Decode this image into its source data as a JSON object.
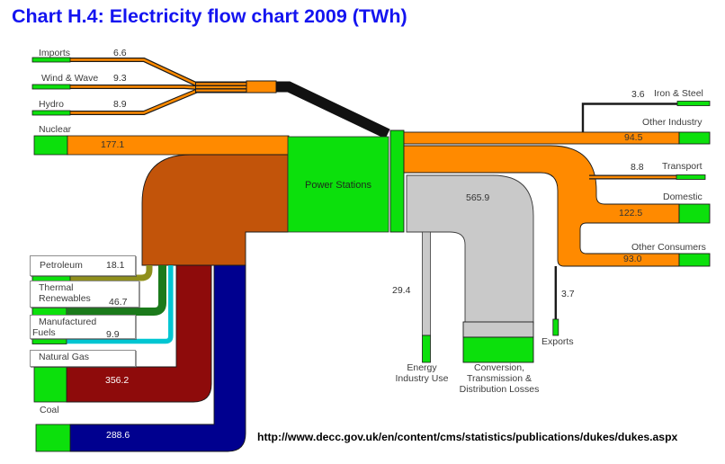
{
  "title": "Chart H.4: Electricity flow chart 2009 (TWh)",
  "source_url": "http://www.decc.gov.uk/en/content/cms/statistics/publications/dukes/dukes.aspx",
  "chart_data": {
    "type": "sankey",
    "title": "Chart H.4: Electricity flow chart 2009 (TWh)",
    "unit": "TWh",
    "center_node": "Power Stations",
    "inputs": [
      {
        "name": "Imports",
        "value": 6.6
      },
      {
        "name": "Wind & Wave",
        "value": 9.3
      },
      {
        "name": "Hydro",
        "value": 8.9
      },
      {
        "name": "Nuclear",
        "value": 177.1
      },
      {
        "name": "Petroleum",
        "value": 18.1
      },
      {
        "name": "Thermal Renewables",
        "value": 46.7
      },
      {
        "name": "Manufactured Fuels",
        "value": 9.9
      },
      {
        "name": "Natural Gas",
        "value": 356.2
      },
      {
        "name": "Coal",
        "value": 288.6
      }
    ],
    "outputs": [
      {
        "name": "Iron & Steel",
        "value": 3.6
      },
      {
        "name": "Other Industry",
        "value": 94.5
      },
      {
        "name": "Transport",
        "value": 8.8
      },
      {
        "name": "Domestic",
        "value": 122.5
      },
      {
        "name": "Other Consumers",
        "value": 93.0
      },
      {
        "name": "Exports",
        "value": 3.7
      },
      {
        "name": "Energy Industry Use",
        "value": 29.4
      },
      {
        "name": "Conversion, Transmission & Distribution Losses",
        "value": 565.9
      }
    ],
    "colors": {
      "electricity_supply": "#ff8a00",
      "fuel_input_collector": "#c2540a",
      "nodes_and_terminals": "#0ce00c",
      "losses": "#c9c9c9",
      "natural_gas": "#8e0b0b",
      "coal": "#00008f",
      "petroleum": "#8f8f1c",
      "thermal_renewables": "#1b7a1b",
      "manufactured_fuels": "#00c6d2",
      "imports_wind_hydro": "#111111",
      "title": "#1414f0"
    }
  },
  "t": {
    "title": "Chart H.4: Electricity flow chart 2009 (TWh)",
    "url": "http://www.decc.gov.uk/en/content/cms/statistics/publications/dukes/dukes.aspx",
    "imports_label": "Imports",
    "imports_value": "6.6",
    "wind_label": "Wind & Wave",
    "wind_value": "9.3",
    "hydro_label": "Hydro",
    "hydro_value": "8.9",
    "nuclear_label": "Nuclear",
    "nuclear_value": "177.1",
    "petroleum_label": "Petroleum",
    "petroleum_value": "18.1",
    "thermal_label1": "Thermal",
    "thermal_label2": "Renewables",
    "thermal_value": "46.7",
    "manufactured_label1": "Manufactured",
    "manufactured_label2": "Fuels",
    "manufactured_value": "9.9",
    "gas_label": "Natural Gas",
    "gas_value": "356.2",
    "coal_label": "Coal",
    "coal_value": "288.6",
    "power_stations": "Power Stations",
    "losses_value": "565.9",
    "eiu_value": "29.4",
    "exports_value": "3.7",
    "iron_value": "3.6",
    "iron_label": "Iron & Steel",
    "oi_label": "Other Industry",
    "oi_value": "94.5",
    "transport_value": "8.8",
    "transport_label": "Transport",
    "domestic_label": "Domestic",
    "domestic_value": "122.5",
    "oc_label": "Other Consumers",
    "oc_value": "93.0",
    "exports_label": "Exports",
    "eiu_label1": "Energy",
    "eiu_label2": "Industry Use",
    "losses_label1": "Conversion,",
    "losses_label2": "Transmission &",
    "losses_label3": "Distribution Losses"
  }
}
